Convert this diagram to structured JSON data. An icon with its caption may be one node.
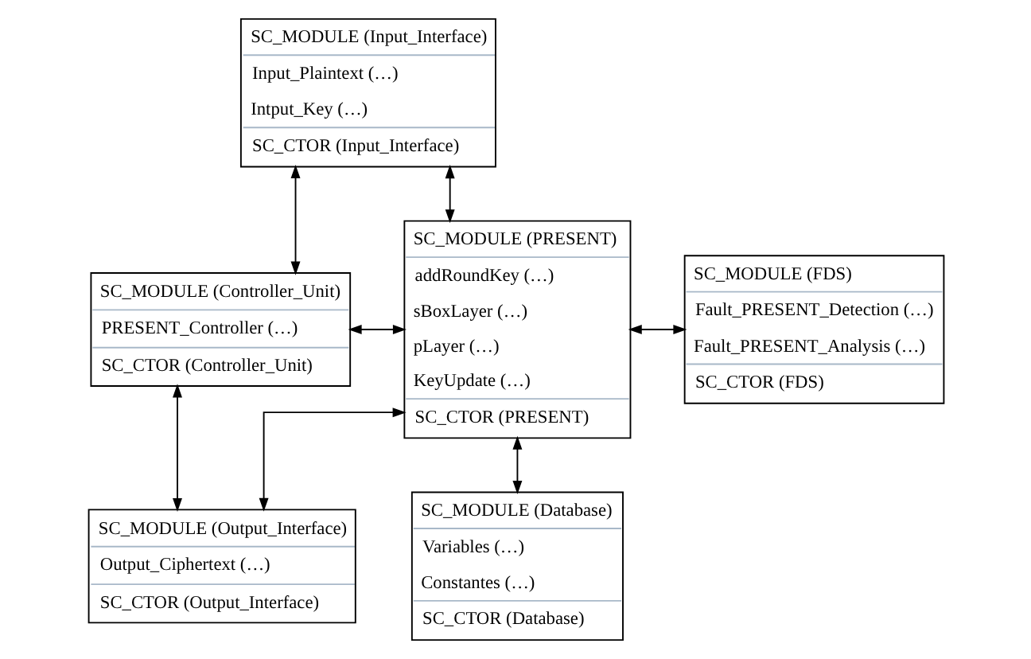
{
  "diagram": {
    "nodes": [
      {
        "text": [
          "SC_MODULE (Input_Interface)",
          "Input_Plaintext (…)",
          "Intput_Key (…)",
          "SC_CTOR (Input_Interface)"
        ]
      },
      {
        "text": [
          "SC_MODULE (Controller_Unit)",
          "PRESENT_Controller (…)",
          "SC_CTOR (Controller_Unit)"
        ]
      },
      {
        "text": [
          "SC_MODULE (PRESENT)",
          "addRoundKey (…)",
          "sBoxLayer (…)",
          "pLayer (…)",
          "KeyUpdate (…)",
          "SC_CTOR (PRESENT)"
        ]
      },
      {
        "text": [
          "SC_MODULE (FDS)",
          "Fault_PRESENT_Detection (…)",
          "Fault_PRESENT_Analysis (…)",
          "SC_CTOR (FDS)"
        ]
      },
      {
        "text": [
          "SC_MODULE (Output_Interface)",
          "Output_Ciphertext (…)",
          "SC_CTOR (Output_Interface)"
        ]
      },
      {
        "text": [
          "SC_MODULE (Database)",
          "Variables (…)",
          "Constantes (…)",
          "SC_CTOR (Database)"
        ]
      }
    ],
    "edges": [
      {
        "from": 0,
        "to": 2,
        "arrow": "both"
      },
      {
        "from": 1,
        "to": 0,
        "arrow": "both"
      },
      {
        "from": 1,
        "to": 2,
        "arrow": "both"
      },
      {
        "from": 2,
        "to": 3,
        "arrow": "both"
      },
      {
        "from": 1,
        "to": 4,
        "arrow": "both"
      },
      {
        "from": 4,
        "to": 2,
        "arrow": "both"
      },
      {
        "from": 2,
        "to": 5,
        "arrow": "both"
      }
    ]
  }
}
